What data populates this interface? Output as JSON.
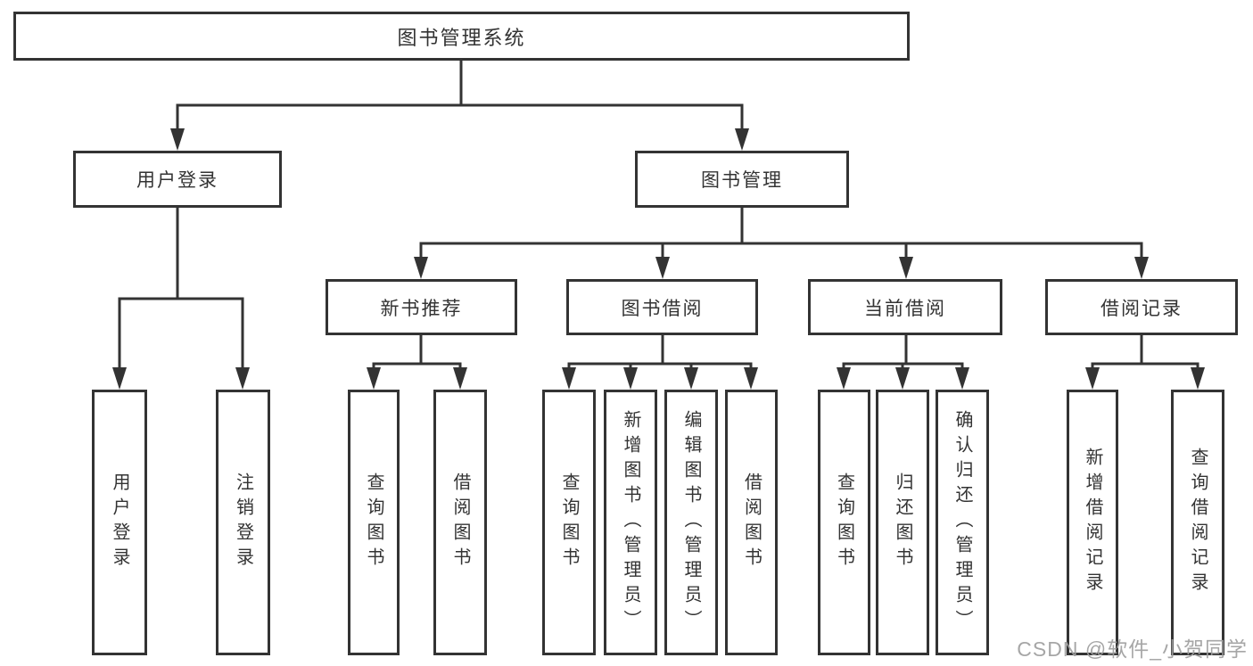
{
  "diagram": {
    "root": {
      "label": "图书管理系统"
    },
    "branches": [
      {
        "label": "用户登录",
        "children": [
          {
            "label": "用户登录"
          },
          {
            "label": "注销登录"
          }
        ]
      },
      {
        "label": "图书管理",
        "children": [
          {
            "label": "新书推荐",
            "children": [
              {
                "label": "查询图书"
              },
              {
                "label": "借阅图书"
              }
            ]
          },
          {
            "label": "图书借阅",
            "children": [
              {
                "label": "查询图书"
              },
              {
                "label": "新增图书（管理员）"
              },
              {
                "label": "编辑图书（管理员）"
              },
              {
                "label": "借阅图书"
              }
            ]
          },
          {
            "label": "当前借阅",
            "children": [
              {
                "label": "查询图书"
              },
              {
                "label": "归还图书"
              },
              {
                "label": "确认归还（管理员）"
              }
            ]
          },
          {
            "label": "借阅记录",
            "children": [
              {
                "label": "新增借阅记录"
              },
              {
                "label": "查询借阅记录"
              }
            ]
          }
        ]
      }
    ]
  },
  "watermark": {
    "text": "CSDN @软件_小贺同学",
    "color": "#9e9e9e"
  },
  "colors": {
    "line": "#333333",
    "text": "#333333",
    "background": "#ffffff"
  }
}
